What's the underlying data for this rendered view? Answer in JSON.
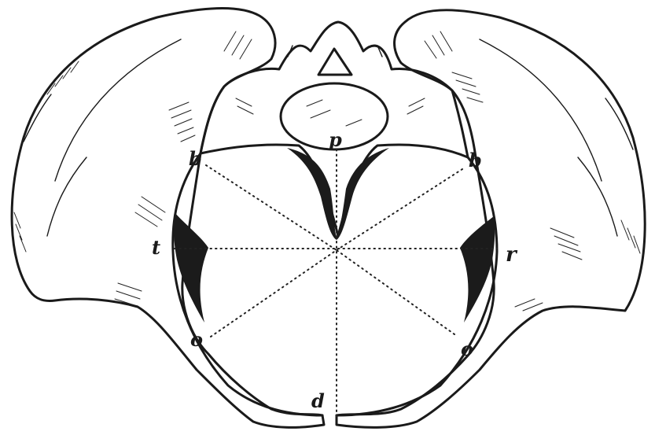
{
  "figure": {
    "labels": {
      "p": "p",
      "b_left": "b",
      "b_right": "b",
      "t": "t",
      "r": "r",
      "o_left": "o",
      "o_right": "o",
      "d": "d"
    },
    "ink_color": "#1a1a1a",
    "background_color": "#ffffff"
  }
}
